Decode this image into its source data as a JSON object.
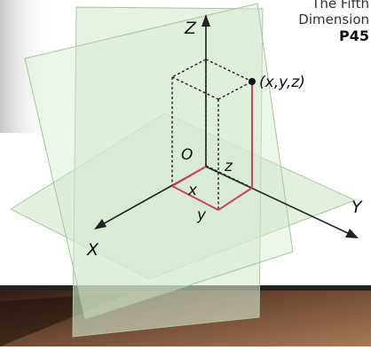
{
  "header": {
    "line1": "The Fifth",
    "line2": "Dimension",
    "page": "P45"
  },
  "diagram": {
    "axis_labels": {
      "z": "Z",
      "y": "Y",
      "x": "X"
    },
    "origin": "O",
    "point": "(x,y,z)",
    "segment_labels": {
      "x": "x",
      "y": "y",
      "z": "z"
    }
  },
  "colors": {
    "plane_fill": "#d7ead0",
    "plane_edge": "#a8c79c",
    "axis": "#222222",
    "red_segment": "#c8455a",
    "floor_dark": "#3a2418",
    "floor_light": "#8a6042"
  }
}
